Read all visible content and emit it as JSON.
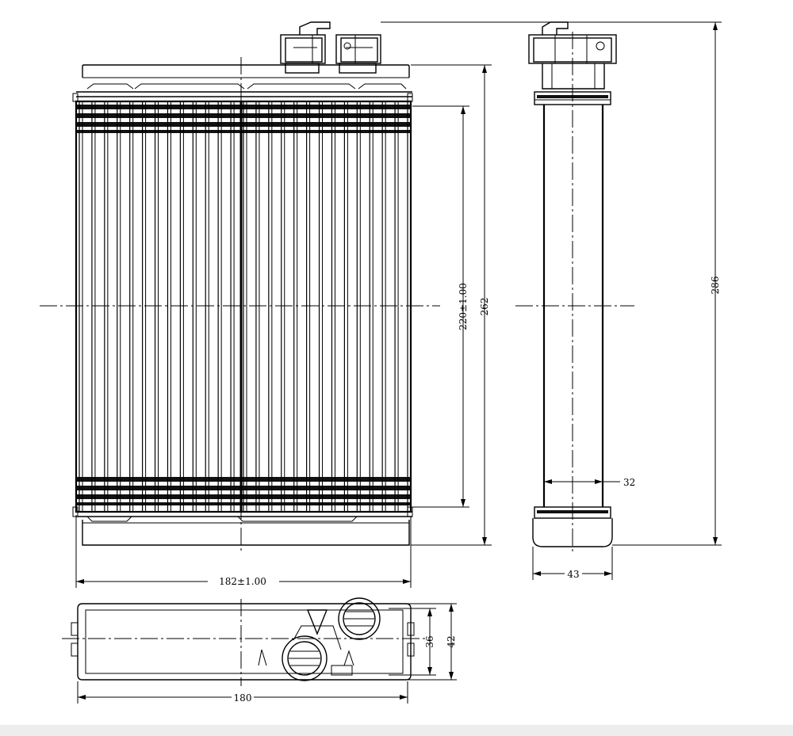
{
  "drawing": {
    "dimensions": {
      "width_core": "182±1.00",
      "height_core": "220±1.00",
      "height_body": "262",
      "height_total": "286",
      "tank_width": "32",
      "side_width": "43",
      "bottom_length": "180",
      "bottom_depth_inner": "36",
      "bottom_depth_outer": "42"
    }
  }
}
